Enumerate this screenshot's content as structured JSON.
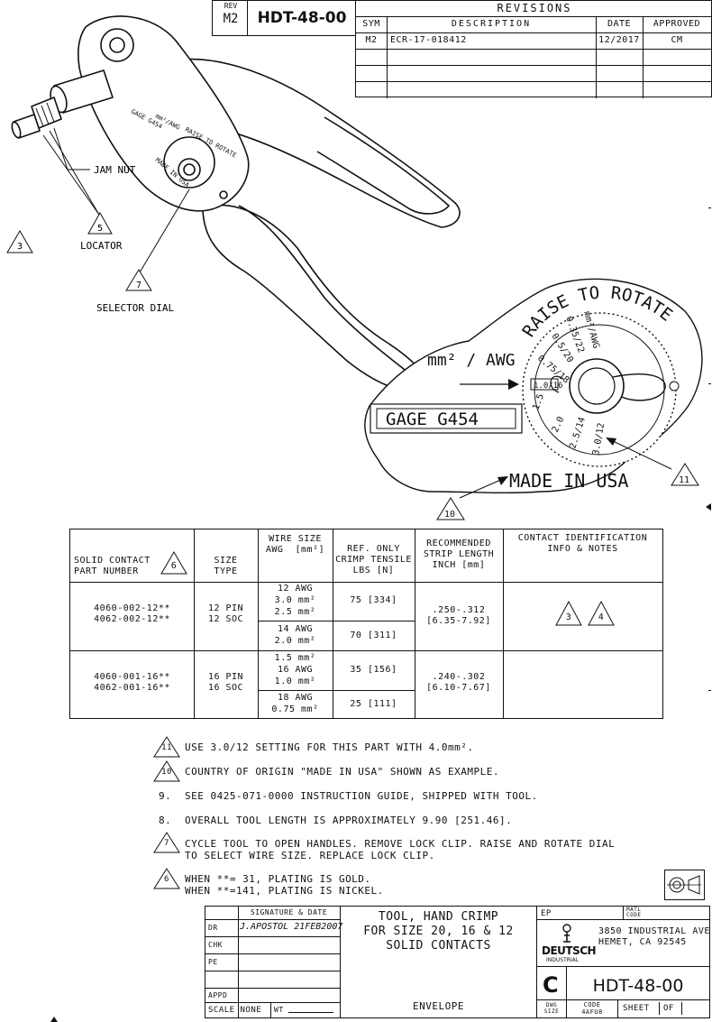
{
  "header": {
    "rev_label": "REV",
    "rev_value": "M2",
    "drawing_number": "HDT-48-00"
  },
  "revisions": {
    "title": "REVISIONS",
    "columns": [
      "SYM",
      "DESCRIPTION",
      "DATE",
      "APPROVED"
    ],
    "rows": [
      {
        "sym": "M2",
        "description": "ECR-17-018412",
        "date": "12/2017",
        "approved": "CM"
      }
    ]
  },
  "tool_callouts": {
    "jam_nut": "JAM NUT",
    "locator": "LOCATOR",
    "locator_num": "5",
    "selector_dial": "SELECTOR DIAL",
    "selector_num": "7",
    "side_num": "3",
    "tool_gage": "GAGE G454",
    "tool_units": "mm²/AWG",
    "tool_raise": "RAISE TO ROTATE",
    "tool_made": "MADE IN USA"
  },
  "detail": {
    "raise_text": "RAISE TO ROTATE",
    "units": "mm² / AWG",
    "gage": "GAGE G454",
    "made_in": "MADE IN USA",
    "note10_num": "10",
    "note11_num": "11",
    "dial_units": "mm²/AWG",
    "dial_values": [
      "0.35/22",
      "0.5/20",
      "0.75/18",
      "1.0/16",
      "1.5",
      "2.0",
      "2.5/14",
      "3.0/12"
    ]
  },
  "table": {
    "headers": {
      "part": "SOLID CONTACT PART NUMBER",
      "part_line1": "SOLID CONTACT",
      "part_line2": "PART NUMBER",
      "part_note": "6",
      "size_line1": "SIZE",
      "size_line2": "TYPE",
      "wire_line1": "WIRE SIZE",
      "wire_line2": "AWG  [mm²]",
      "crimp_line1": "REF. ONLY",
      "crimp_line2": "CRIMP TENSILE",
      "crimp_line3": "LBS [N]",
      "strip_line1": "RECOMMENDED",
      "strip_line2": "STRIP LENGTH",
      "strip_line3": "INCH [mm]",
      "notes_line1": "CONTACT IDENTIFICATION",
      "notes_line2": "INFO & NOTES"
    },
    "group1": {
      "part1": "4060-002-12**",
      "part2": "4062-002-12**",
      "size1": "12 PIN",
      "size2": "12 SOC",
      "wire_a1": "12 AWG",
      "wire_a2": "3.0 mm²",
      "wire_a3": "2.5 mm²",
      "crimp_a": "75 [334]",
      "wire_b1": "14 AWG",
      "wire_b2": "2.0 mm²",
      "crimp_b": "70 [311]",
      "strip1": ".250-.312",
      "strip2": "[6.35-7.92]",
      "note_a": "3",
      "note_b": "4"
    },
    "group2": {
      "part1": "4060-001-16**",
      "part2": "4062-001-16**",
      "size1": "16 PIN",
      "size2": "16 SOC",
      "wire_a1": "1.5 mm²",
      "wire_a2": "16 AWG",
      "wire_a3": "1.0 mm²",
      "crimp_a": "35 [156]",
      "wire_b1": "18 AWG",
      "wire_b2": "0.75 mm²",
      "crimp_b": "25 [111]",
      "strip1": ".240-.302",
      "strip2": "[6.10-7.67]"
    }
  },
  "notes": [
    {
      "num": "11",
      "tri": true,
      "lines": [
        "USE 3.0/12 SETTING FOR THIS PART WITH 4.0mm²."
      ]
    },
    {
      "num": "10",
      "tri": true,
      "lines": [
        "COUNTRY OF ORIGIN \"MADE IN USA\" SHOWN AS EXAMPLE."
      ]
    },
    {
      "num": "9.",
      "tri": false,
      "lines": [
        "SEE 0425-071-0000 INSTRUCTION GUIDE, SHIPPED WITH TOOL."
      ]
    },
    {
      "num": "8.",
      "tri": false,
      "lines": [
        "OVERALL TOOL LENGTH IS APPROXIMATELY 9.90 [251.46]."
      ]
    },
    {
      "num": "7",
      "tri": true,
      "lines": [
        "CYCLE TOOL TO OPEN HANDLES. REMOVE LOCK CLIP. RAISE AND ROTATE DIAL",
        "TO SELECT WIRE SIZE. REPLACE LOCK CLIP."
      ]
    },
    {
      "num": "6",
      "tri": true,
      "lines": [
        "WHEN **= 31, PLATING IS GOLD.",
        "WHEN **=141, PLATING IS NICKEL."
      ]
    }
  ],
  "title_block": {
    "sig_header": "SIGNATURE & DATE",
    "dr": "DR",
    "dr_sig": "J.APOSTOL 21FEB2007",
    "chk": "CHK",
    "pe": "PE",
    "appd": "APPD",
    "scale": "SCALE NONE",
    "wt": "WT",
    "title1": "TOOL, HAND CRIMP",
    "title2": "FOR SIZE 20, 16 & 12",
    "title3": "SOLID CONTACTS",
    "envelope": "ENVELOPE",
    "ep": "EP",
    "matl": "MATL",
    "code": "CODE",
    "company": "DEUTSCH",
    "company_sub": "INDUSTRIAL",
    "address1": "3850 INDUSTRIAL AVE.",
    "address2": "HEMET, CA 92545",
    "size_letter": "C",
    "dwg_number": "HDT-48-00",
    "dwg_size_label": "DWG SIZE",
    "code_label": "CODE",
    "code_value": "4AFU8",
    "sheet": "SHEET",
    "of": "OF"
  }
}
